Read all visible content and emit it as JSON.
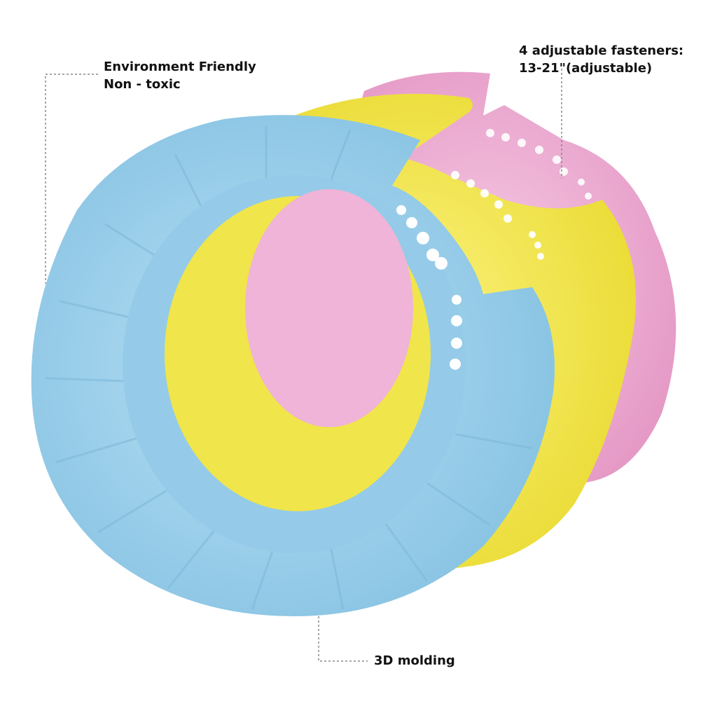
{
  "colors": {
    "blue_cap": "#9fd2ec",
    "yellow_cap": "#f6ea5a",
    "pink_cap": "#eeb3d6",
    "callout_line": "#8a8a8a",
    "text": "#111111"
  },
  "callouts": {
    "environment": {
      "line1": "Environment Friendly",
      "line2": "Non - toxic"
    },
    "fasteners": {
      "line1": "4 adjustable fasteners:",
      "line2": "13-21\"(adjustable)"
    },
    "molding": {
      "line1": "3D molding"
    }
  }
}
